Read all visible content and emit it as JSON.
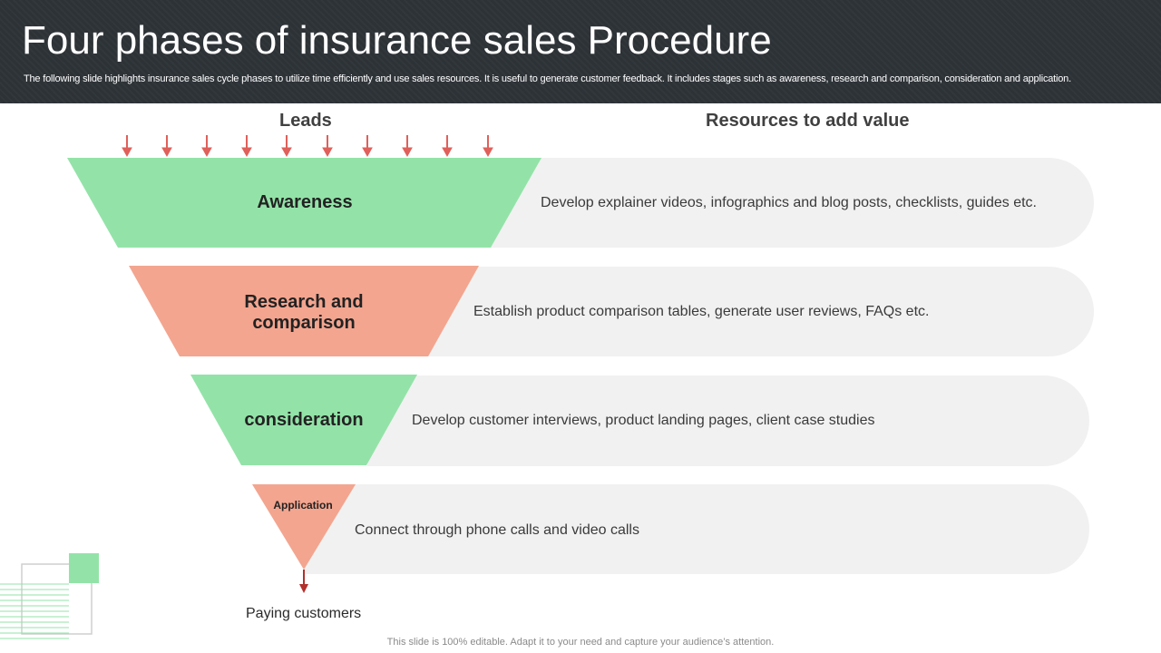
{
  "header": {
    "title": "Four phases of insurance sales Procedure",
    "subtitle": "The following slide highlights insurance sales cycle phases to utilize time efficiently and use sales resources. It is useful to generate customer feedback. It includes stages such as awareness, research and comparison, consideration and application."
  },
  "columns": {
    "leads": "Leads",
    "resources": "Resources to add value"
  },
  "stages": [
    {
      "name": "Awareness",
      "resource": "Develop explainer videos, infographics and blog posts, checklists, guides etc.",
      "color": "#93e3a8"
    },
    {
      "name": "Research and comparison",
      "resource": "Establish product comparison tables, generate user reviews, FAQs etc.",
      "color": "#f3a58f"
    },
    {
      "name": "consideration",
      "resource": "Develop customer interviews, product landing pages, client case studies",
      "color": "#93e3a8"
    },
    {
      "name": "Application",
      "resource": "Connect through phone calls and video calls",
      "color": "#f3a58f"
    }
  ],
  "output_label": "Paying customers",
  "footer": "This slide is 100% editable. Adapt it to your need and capture your audience’s attention.",
  "colors": {
    "arrow": "#e0605a",
    "pill": "#f1f1f1",
    "header_bg": "#2d3237",
    "green": "#93e3a8",
    "salmon": "#f3a58f",
    "output_arrow": "#b3302b"
  }
}
